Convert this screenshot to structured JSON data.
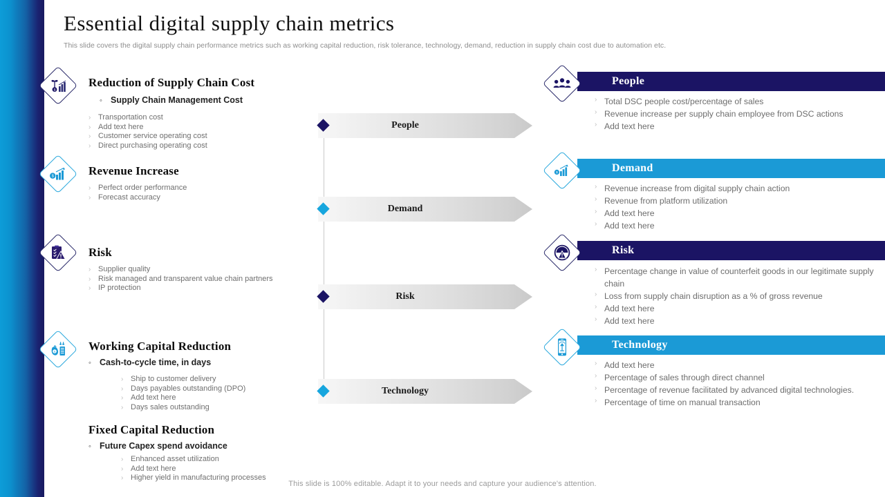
{
  "header": {
    "title": "Essential digital supply chain metrics",
    "subtitle": "This slide covers the digital supply chain performance metrics such as working capital reduction, risk tolerance, technology, demand, reduction in supply chain cost due to automation etc."
  },
  "footer": {
    "note": "This slide is 100% editable. Adapt it to your needs and capture your audience's attention."
  },
  "colors": {
    "navy": "#1b1464",
    "cyan": "#1b9ad6",
    "rail_start": "#0d9dd8",
    "rail_end": "#191a5f",
    "body_text": "#6f6f6f",
    "heading": "#0d0d0d"
  },
  "left_sections": [
    {
      "icon": "plant-bar-chart-icon",
      "icon_color": "navy",
      "title": "Reduction of Supply Chain Cost",
      "subhead": "Supply Chain Management Cost",
      "items": [
        "Transportation cost",
        "Add text here",
        "Customer service operating cost",
        "Direct purchasing operating cost"
      ]
    },
    {
      "icon": "money-growth-chart-icon",
      "icon_color": "cyan",
      "title": "Revenue Increase",
      "subhead": "",
      "items": [
        "Perfect order performance",
        "Forecast accuracy"
      ]
    },
    {
      "icon": "clipboard-warning-icon",
      "icon_color": "navy",
      "title": "Risk",
      "subhead": "",
      "items": [
        "Supplier quality",
        "Risk managed and transparent value chain partners",
        "IP protection"
      ]
    },
    {
      "icon": "money-bag-down-icon",
      "icon_color": "cyan",
      "title": "Working Capital Reduction",
      "subhead": "Cash-to-cycle  time, in days",
      "items": [
        "Ship to customer delivery",
        "Days payables outstanding (DPO)",
        "Add text here",
        "Days sales outstanding"
      ]
    },
    {
      "icon": "",
      "icon_color": "",
      "title": "Fixed Capital Reduction",
      "subhead": "Future Capex spend avoidance",
      "items": [
        "Enhanced asset utilization",
        "Add text here",
        "Higher yield in manufacturing processes"
      ]
    }
  ],
  "middle_steps": [
    {
      "label": "People",
      "marker_color": "#1b1464"
    },
    {
      "label": "Demand",
      "marker_color": "#17a6de"
    },
    {
      "label": "Risk",
      "marker_color": "#1b1464"
    },
    {
      "label": "Technology",
      "marker_color": "#17a6de"
    }
  ],
  "right_panels": [
    {
      "title": "People",
      "bar_color": "#1b1464",
      "icon": "people-group-icon",
      "icon_color": "navy",
      "items": [
        "Total DSC people cost/percentage of sales",
        "Revenue increase per supply chain employee from DSC actions",
        "Add text here"
      ]
    },
    {
      "title": "Demand",
      "bar_color": "#1b9ad6",
      "icon": "money-growth-chart-icon",
      "icon_color": "cyan",
      "items": [
        "Revenue increase from digital supply chain action",
        "Revenue from platform utilization",
        "Add text here",
        "Add text here"
      ]
    },
    {
      "title": "Risk",
      "bar_color": "#1b1464",
      "icon": "risk-gauge-icon",
      "icon_color": "navy",
      "items": [
        "Percentage change in value of counterfeit goods in our legitimate supply chain",
        "Loss from supply chain disruption as a % of gross revenue",
        "Add text here",
        "Add text here"
      ]
    },
    {
      "title": "Technology",
      "bar_color": "#1b9ad6",
      "icon": "mobile-device-icon",
      "icon_color": "cyan",
      "items": [
        "Add text here",
        "Percentage of sales through direct channel",
        "Percentage of revenue facilitated by advanced digital technologies.",
        "Percentage of time on manual transaction"
      ]
    }
  ]
}
